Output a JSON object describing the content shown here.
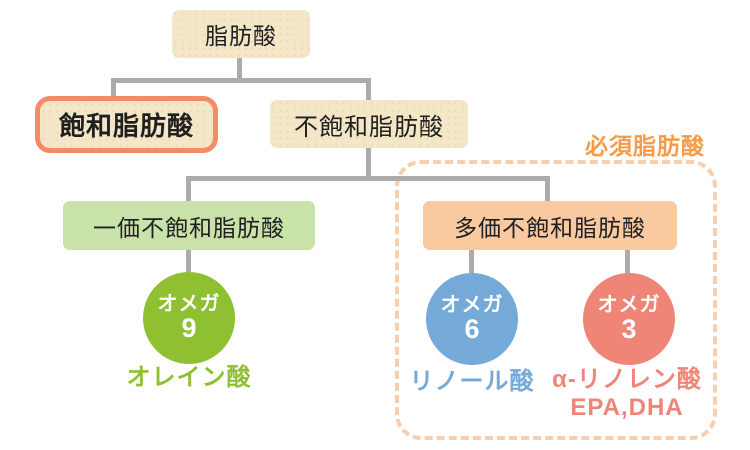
{
  "diagram": {
    "title_root": "脂肪酸",
    "saturated": {
      "label": "飽和脂肪酸"
    },
    "unsaturated": {
      "label": "不飽和脂肪酸"
    },
    "mono_unsaturated": {
      "label": "一価不飽和脂肪酸"
    },
    "poly_unsaturated": {
      "label": "多価不飽和脂肪酸"
    },
    "essential_group": {
      "label": "必須脂肪酸"
    },
    "omegas": [
      {
        "id": "omega-9",
        "word": "オメガ",
        "number": "9",
        "acid": "オレイン酸",
        "color": "#8fc031"
      },
      {
        "id": "omega-6",
        "word": "オメガ",
        "number": "6",
        "acid": "リノール酸",
        "color": "#74a9d8"
      },
      {
        "id": "omega-3",
        "word": "オメガ",
        "number": "3",
        "acid": "α-リノレン酸",
        "acid_line2": "EPA,DHA",
        "color": "#ef8577"
      }
    ],
    "colors": {
      "beige_box": "#f3e7c8",
      "saturated_border": "#f58b66",
      "mono_box": "#c9e2aa",
      "poly_box": "#f9c9a0",
      "essential_dash": "#f8cfae",
      "essential_text": "#f79b4a",
      "connector_gray": "#ababab"
    }
  }
}
